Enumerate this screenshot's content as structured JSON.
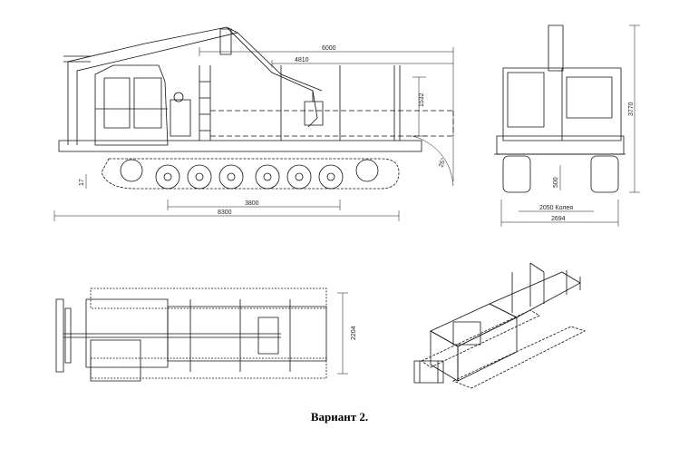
{
  "caption": "Вариант 2.",
  "side_view": {
    "dims": {
      "overall_length": "8300",
      "track_length": "3800",
      "platform_length": "6000",
      "crane_reach": "4810",
      "stake_height": "1532",
      "clearance": "17",
      "approach_angle": "25°"
    }
  },
  "front_view": {
    "dims": {
      "height": "3770",
      "ground_clearance": "500",
      "track_gauge": "2050 Колея",
      "width": "2694"
    }
  },
  "top_view": {
    "dims": {
      "width": "2204"
    }
  }
}
